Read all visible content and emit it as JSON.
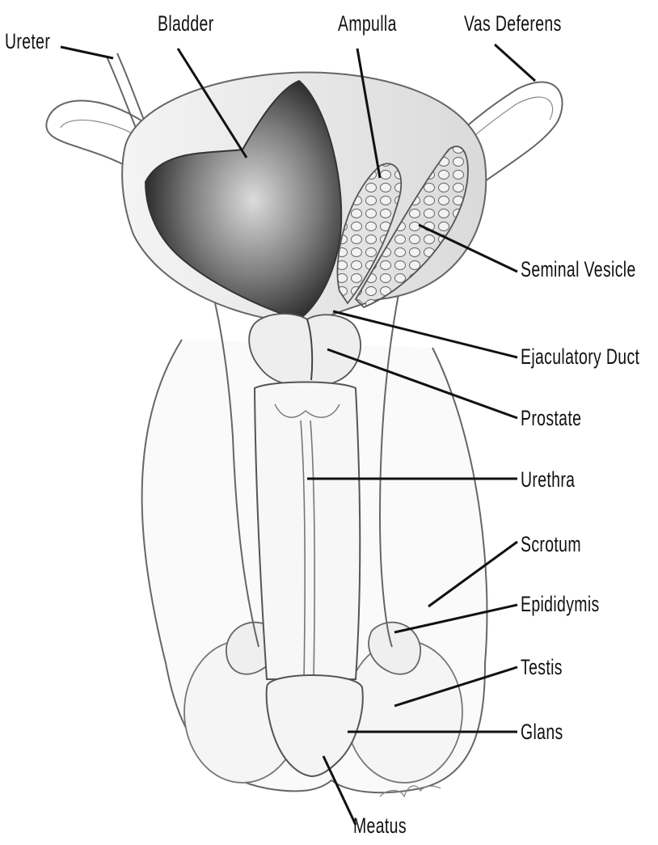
{
  "labels": {
    "ureter": "Ureter",
    "bladder": "Bladder",
    "ampulla": "Ampulla",
    "vas_deferens": "Vas Deferens",
    "seminal_vesicle": "Seminal Vesicle",
    "ejaculatory_duct": "Ejaculatory Duct",
    "prostate": "Prostate",
    "urethra": "Urethra",
    "scrotum": "Scrotum",
    "epididymis": "Epididymis",
    "testis": "Testis",
    "glans": "Glans",
    "meatus": "Meatus"
  },
  "colors": {
    "ink": "#111111",
    "outline": "#555555",
    "shade": "#d9d9d9",
    "bladder_interior": "#2a2a2a"
  }
}
